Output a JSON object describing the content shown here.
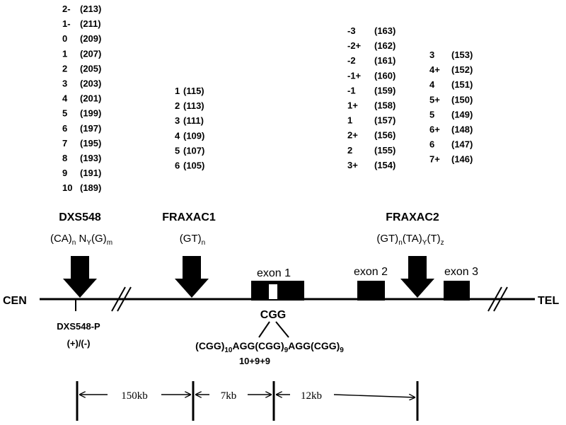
{
  "allele_tables": {
    "dxs548": {
      "codes": [
        "2-",
        "1-",
        "0",
        "1",
        "2",
        "3",
        "4",
        "5",
        "6",
        "7",
        "8",
        "9",
        "10"
      ],
      "sizes": [
        "(213)",
        "(211)",
        "(209)",
        "(207)",
        "(205)",
        "(203)",
        "(201)",
        "(199)",
        "(197)",
        "(195)",
        "(193)",
        "(191)",
        "(189)"
      ]
    },
    "fraxac1": {
      "codes": [
        "1",
        "2",
        "3",
        "4",
        "5",
        "6"
      ],
      "sizes": [
        "(115)",
        "(113)",
        "(111)",
        "(109)",
        "(107)",
        "(105)"
      ]
    },
    "fraxac2_a": {
      "codes": [
        "-3",
        "-2+",
        "-2",
        "-1+",
        "-1",
        "1+",
        "1",
        "2+",
        "2",
        "3+"
      ],
      "sizes": [
        "(163)",
        "(162)",
        "(161)",
        "(160)",
        "(159)",
        "(158)",
        "(157)",
        "(156)",
        "(155)",
        "(154)"
      ]
    },
    "fraxac2_b": {
      "codes": [
        "3",
        "4+",
        "4",
        "5+",
        "5",
        "6+",
        "6",
        "7+"
      ],
      "sizes": [
        "(153)",
        "(152)",
        "(151)",
        "(150)",
        "(149)",
        "(148)",
        "(147)",
        "(146)"
      ]
    }
  },
  "markers": {
    "dxs548": {
      "name": "DXS548",
      "f1": "(CA)",
      "f1_sub": "n",
      "f2": " N",
      "f2_sub": "Y",
      "f3": "(G)",
      "f3_sub": "m"
    },
    "fraxac1": {
      "name": "FRAXAC1",
      "f1": "(GT)",
      "f1_sub": "n"
    },
    "fraxac2": {
      "name": "FRAXAC2",
      "f1": "(GT)",
      "f1_sub": "n",
      "f2": "(TA)",
      "f2_sub": "Y",
      "f3": "(T)",
      "f3_sub": "z"
    }
  },
  "gene": {
    "cen_label": "CEN",
    "tel_label": "TEL",
    "exons": [
      "exon 1",
      "exon 2",
      "exon 3"
    ]
  },
  "dxs548p": {
    "name": "DXS548-P",
    "state": "(+)/(-)"
  },
  "cgg": {
    "title": "CGG",
    "p1": "(CGG)",
    "p1_sub": "10",
    "p2": "AGG(CGG)",
    "p2_sub": "9",
    "p3": "AGG(CGG)",
    "p3_sub": "9",
    "summary": "10+9+9"
  },
  "distances": [
    "150kb",
    "7kb",
    "12kb"
  ]
}
